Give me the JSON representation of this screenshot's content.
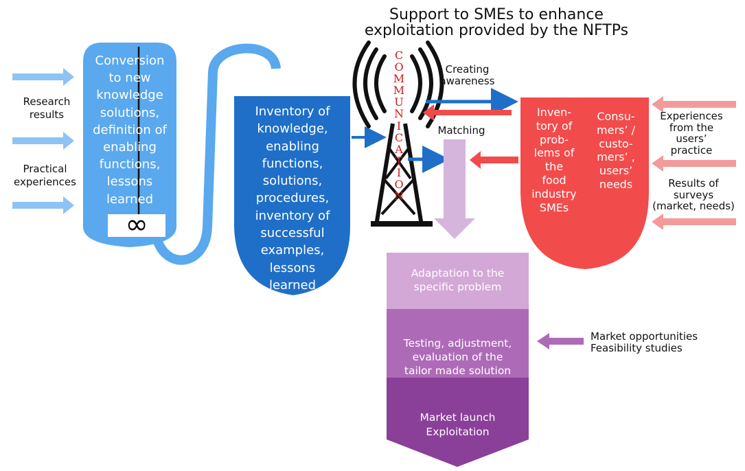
{
  "title": {
    "line1": "Support to SMEs to enhance",
    "line2": "exploitation provided by the NFTPs"
  },
  "inputs_left": {
    "research_results": [
      "Research",
      "results"
    ],
    "practical_experiences": [
      "Practical",
      "experiences"
    ]
  },
  "conversion_box": [
    "Conversion",
    "to new",
    "knowledge",
    "solutions,",
    "definition of",
    "enabling",
    "functions,",
    "lessons",
    "learned"
  ],
  "infinity_symbol": "∞",
  "inventory_box": [
    "Inventory of",
    "knowledge,",
    "enabling",
    "functions,",
    "solutions,",
    "procedures,",
    "inventory of",
    "successful",
    "examples,",
    "lessons",
    "learned"
  ],
  "communication_letters": [
    "C",
    "O",
    "M",
    "M",
    "U",
    "N",
    "I",
    "C",
    "A",
    "T",
    "I",
    "O",
    "N"
  ],
  "creating_awareness": [
    "Creating",
    "awareness"
  ],
  "matching": "Matching",
  "red_box": {
    "problems": [
      "Inven-",
      "tory of",
      "prob-",
      "lems of",
      "the",
      "food",
      "industry",
      "SMEs"
    ],
    "needs": [
      "Consu-",
      "mers’ /",
      "custo-",
      "mers’ ,",
      "users’",
      "needs"
    ]
  },
  "inputs_right": {
    "experiences": [
      "Experiences",
      "from the",
      "users’",
      "practice"
    ],
    "surveys": [
      "Results of",
      "surveys",
      "(market, needs)"
    ]
  },
  "stages": {
    "adaptation": [
      "Adaptation to the",
      "specific problem"
    ],
    "testing": [
      "Testing, adjustment,",
      "evaluation of the",
      "tailor made solution"
    ],
    "launch": [
      "Market launch",
      "Exploitation"
    ]
  },
  "market_input": [
    "Market opportunities",
    "Feasibility studies"
  ],
  "colors": {
    "light_blue": "#5aa8ee",
    "dark_blue": "#1f6fc8",
    "arrow_light_blue": "#8fc3f3",
    "red": "#f24b4b",
    "arrow_pink": "#f39a9a",
    "lilac_arrow": "#d6b5dd",
    "stage1": "#d3a8d6",
    "stage2": "#ad6bb7",
    "stage3": "#8a3f98"
  }
}
